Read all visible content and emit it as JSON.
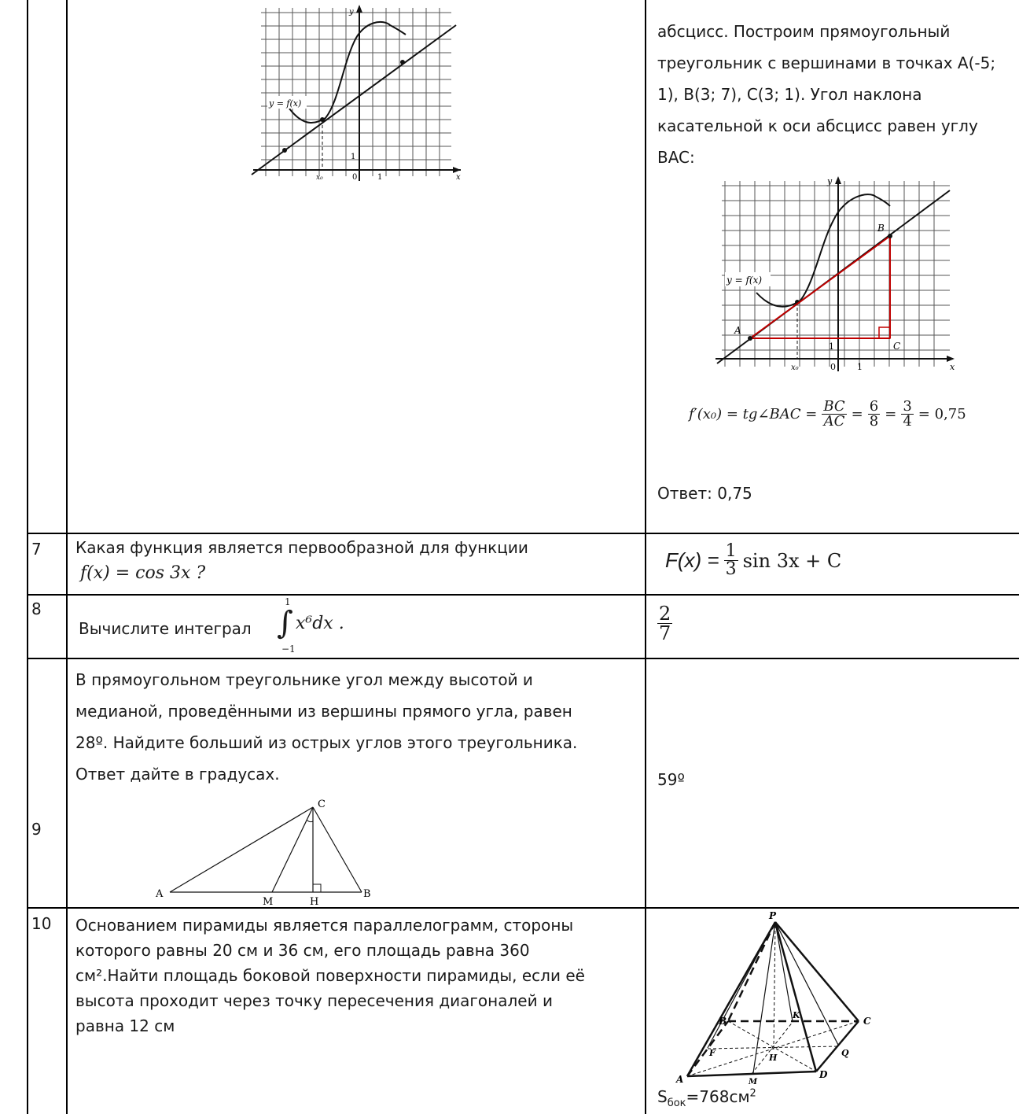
{
  "rows": [
    {
      "number": "",
      "answer_text": [
        "абсцисс. Построим прямоугольный",
        "треугольник с вершинами в точках A(-5;",
        "1), B(3; 7), C(3; 1). Угол наклона",
        "касательной к оси абсцисс равен углу",
        "BAC:"
      ],
      "graph_labels": {
        "y": "y",
        "x": "x",
        "func": "y = f(x)",
        "x0": "x₀",
        "zero": "0",
        "one": "1",
        "A": "A",
        "B": "B",
        "C": "C"
      },
      "formula": {
        "lhs": "f′(x₀) = tg∠BAC =",
        "f1_num": "BC",
        "f1_den": "AC",
        "f2_num": "6",
        "f2_den": "8",
        "f3_num": "3",
        "f3_den": "4",
        "result": "= 0,75"
      },
      "answer_final": "Ответ: 0,75"
    },
    {
      "number": "7",
      "question_text": "Какая  функция  является первообразной для функции",
      "question_formula": "f(x) = cos 3x ?",
      "answer": {
        "lhs": "F(x) =",
        "num": "1",
        "den": "3",
        "rhs": "sin 3x + C"
      }
    },
    {
      "number": "8",
      "question_text": "Вычислите интеграл",
      "integral": {
        "upper": "1",
        "lower": "−1",
        "expr": "x⁶dx ."
      },
      "answer": {
        "num": "2",
        "den": "7"
      }
    },
    {
      "number": "9",
      "question_lines": [
        "В прямоугольном треугольнике угол между высотой и",
        "медианой, проведёнными из вершины прямого угла, равен",
        "28º. Найдите больший из острых углов этого треугольника.",
        "Ответ дайте в градусах."
      ],
      "figure_labels": {
        "A": "A",
        "B": "B",
        "C": "C",
        "M": "M",
        "H": "H"
      },
      "answer": "59º"
    },
    {
      "number": "10",
      "question_lines": [
        "Основанием пирамиды является параллелограмм, стороны",
        "которого равны 20 см и 36 см, его площадь равна 360",
        "см².Найти площадь боковой поверхности пирамиды, если  её",
        "высота проходит через точку пересечения диагоналей и",
        "равна 12 см"
      ],
      "figure_labels": {
        "P": "P",
        "A": "A",
        "B": "B",
        "C": "C",
        "D": "D",
        "K": "K",
        "H": "H",
        "M": "M",
        "Q": "Q",
        "F": "F"
      },
      "answer": {
        "s": "S",
        "sub": "бок",
        "value": "=768см",
        "sup": "2"
      }
    }
  ]
}
